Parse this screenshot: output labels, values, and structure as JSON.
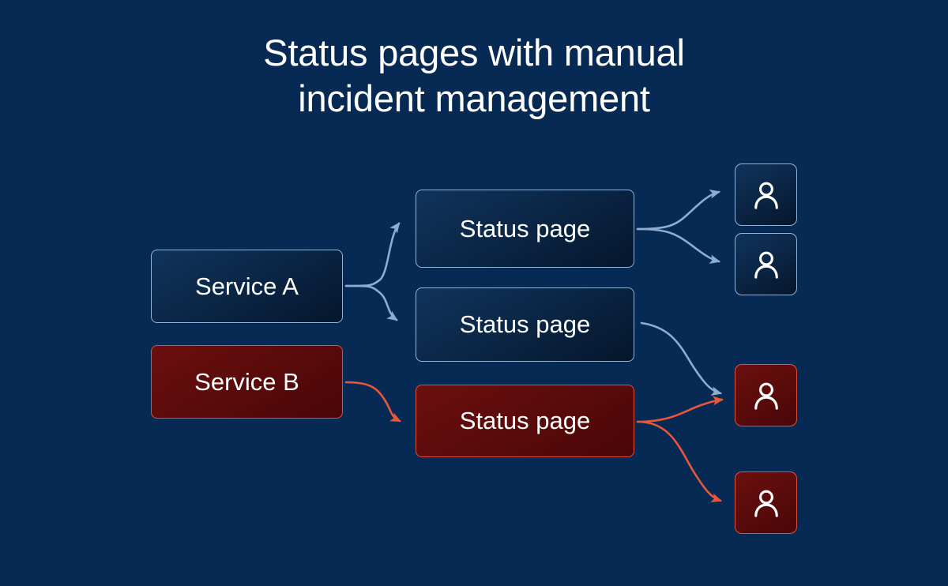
{
  "title": "Status pages with manual\nincident management",
  "colors": {
    "background": "#062a54",
    "blue_border": "#8fb4de",
    "blue_fill_top": "#11335c",
    "blue_fill_bottom": "#05162c",
    "red_border": "#e0503a",
    "red_fill_top": "#6b0f0f",
    "red_fill_bottom": "#4a0707",
    "arrow_blue": "#8fabd0",
    "arrow_red": "#e8573c",
    "text": "#ffffff"
  },
  "diagram": {
    "type": "flow",
    "services": [
      {
        "id": "service-a",
        "label": "Service A",
        "state": "healthy",
        "variant": "blue"
      },
      {
        "id": "service-b",
        "label": "Service B",
        "state": "incident",
        "variant": "red"
      }
    ],
    "status_pages": [
      {
        "id": "status-page-1",
        "label": "Status page",
        "state": "healthy",
        "variant": "blue"
      },
      {
        "id": "status-page-2",
        "label": "Status page",
        "state": "healthy",
        "variant": "blue"
      },
      {
        "id": "status-page-3",
        "label": "Status page",
        "state": "incident",
        "variant": "red"
      }
    ],
    "users": [
      {
        "id": "user-1",
        "icon": "person-icon",
        "variant": "blue"
      },
      {
        "id": "user-2",
        "icon": "person-icon",
        "variant": "blue"
      },
      {
        "id": "user-3",
        "icon": "person-icon",
        "variant": "red"
      },
      {
        "id": "user-4",
        "icon": "person-icon",
        "variant": "red"
      }
    ],
    "edges": [
      {
        "from": "service-a",
        "to": "status-page-1",
        "variant": "blue"
      },
      {
        "from": "service-a",
        "to": "status-page-2",
        "variant": "blue"
      },
      {
        "from": "service-b",
        "to": "status-page-3",
        "variant": "red"
      },
      {
        "from": "status-page-1",
        "to": "user-1",
        "variant": "blue"
      },
      {
        "from": "status-page-1",
        "to": "user-2",
        "variant": "blue"
      },
      {
        "from": "status-page-2",
        "to": "user-3",
        "variant": "blue"
      },
      {
        "from": "status-page-3",
        "to": "user-3",
        "variant": "red"
      },
      {
        "from": "status-page-3",
        "to": "user-4",
        "variant": "red"
      }
    ]
  }
}
